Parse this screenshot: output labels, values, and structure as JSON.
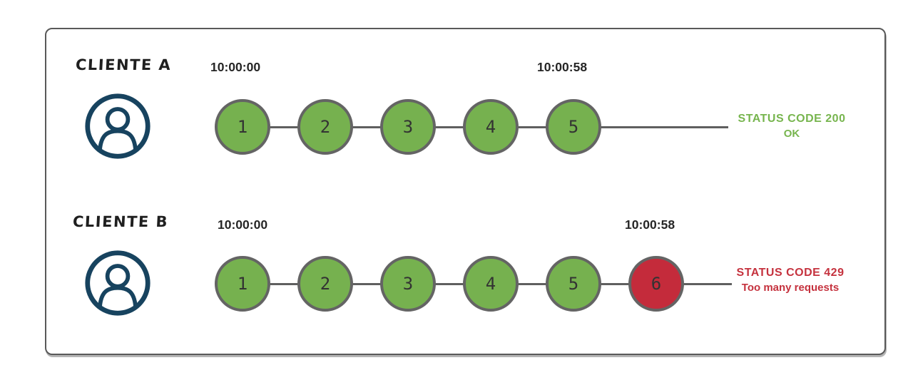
{
  "colors": {
    "green_fill": "#76B14F",
    "red_fill": "#C42B3B",
    "circle_border": "#646464",
    "line": "#5F5F5F",
    "green_text": "#77B54E",
    "red_text": "#C5323E",
    "icon_navy": "#17435F",
    "frame_border": "#595959",
    "dark_text": "#262626"
  },
  "icons": {
    "client": "person-in-circle"
  },
  "clients": [
    {
      "name": "CLIENTE A",
      "start_time": "10:00:00",
      "end_time": "10:00:58",
      "requests": [
        "1",
        "2",
        "3",
        "4",
        "5"
      ],
      "status_line1": "STATUS CODE 200",
      "status_line2": "OK"
    },
    {
      "name": "CLIENTE B",
      "start_time": "10:00:00",
      "end_time": "10:00:58",
      "requests": [
        "1",
        "2",
        "3",
        "4",
        "5",
        "6"
      ],
      "status_line1": "STATUS CODE 429",
      "status_line2": "Too many requests"
    }
  ]
}
